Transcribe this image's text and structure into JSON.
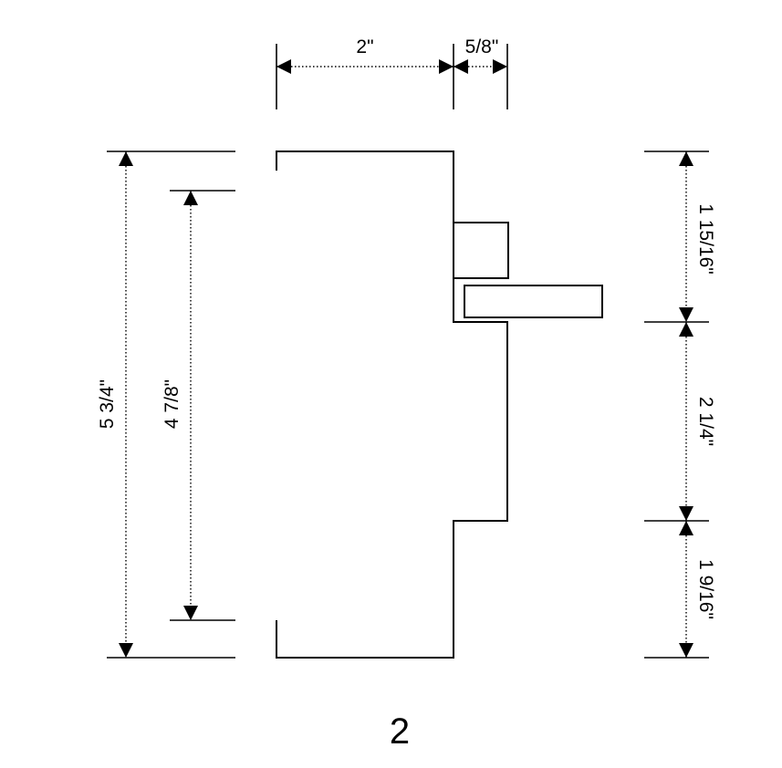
{
  "dimensions": {
    "top_width": "2\"",
    "top_offset": "5/8\"",
    "left_total_height": "5 3/4\"",
    "left_inner_height": "4 7/8\"",
    "right_upper": "1 15/16\"",
    "right_middle": "2 1/4\"",
    "right_lower": "1 9/16\""
  },
  "caption": "2"
}
